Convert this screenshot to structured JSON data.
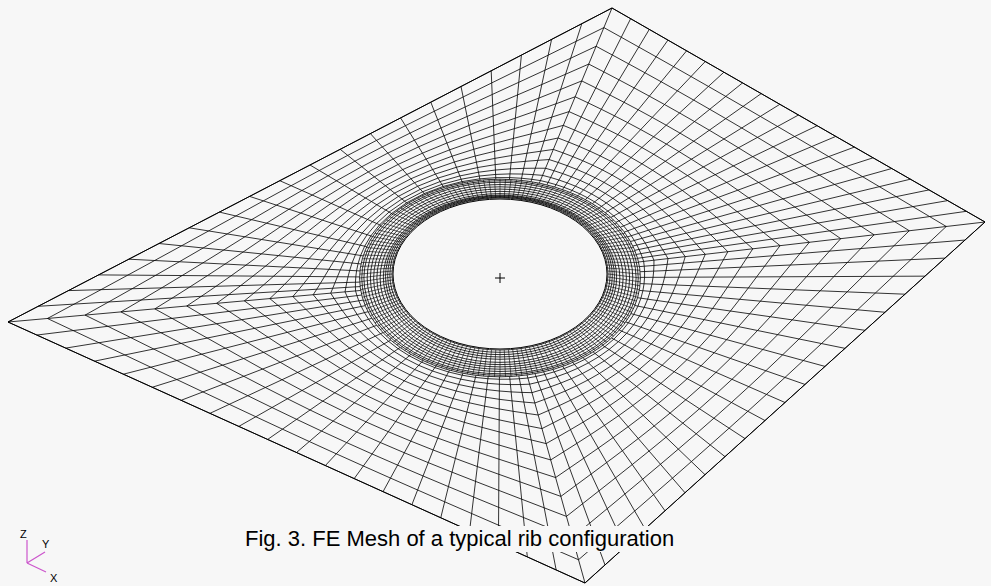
{
  "diagram": {
    "caption": "Fig. 3. FE Mesh of a typical rib configuration",
    "labels": [
      "Z",
      "Y",
      "X"
    ]
  }
}
